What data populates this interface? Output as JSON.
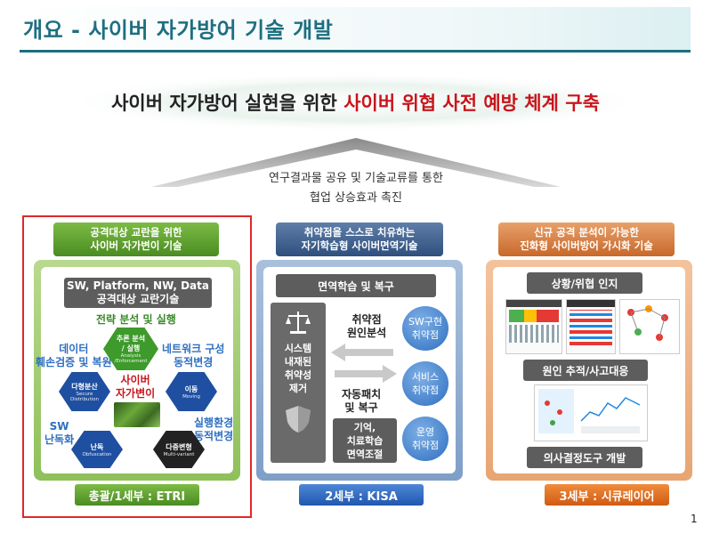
{
  "title": "개요 - 사이버 자가방어 기술 개발",
  "headline": {
    "prefix": "사이버 자가방어 실현을 위한 ",
    "highlight": "사이버 위협 사전 예방 체계 구축"
  },
  "roof": {
    "line1": "연구결과물 공유 및 기술교류를 통한",
    "line2": "협업 상승효과 촉진"
  },
  "left": {
    "header": {
      "line1": "공격대상 교란을 위한",
      "line2": "사이버 자가변이 기술"
    },
    "banner": {
      "line1": "SW, Platform, NW, Data",
      "line2": "공격대상 교란기술"
    },
    "labels": {
      "strategy": "전략 분석 및 실행",
      "data1": "데이터",
      "data2": "훼손검증 및 복원",
      "net1": "네트워크 구성",
      "net2": "동적변경",
      "sw1": "SW",
      "sw2": "난독화",
      "env1": "실행환경",
      "env2": "동적변경",
      "center1": "사이버",
      "center2": "자가변이"
    },
    "hexes": {
      "inference": {
        "t1": "추론 분석",
        "t2": "/ 실행",
        "s1": "Analysis",
        "s2": "/Enforcement"
      },
      "dist": {
        "t": "다형분산",
        "s1": "Secure",
        "s2": "Distribution"
      },
      "move": {
        "t": "이동",
        "s": "Moving"
      },
      "obf": {
        "t": "난독",
        "s": "Obfuscation"
      },
      "multi": {
        "t": "다중변형",
        "s": "Multi-variant"
      }
    },
    "footer": "총괄/1세부 : ETRI"
  },
  "middle": {
    "header": {
      "line1": "취약점을 스스로 치유하는",
      "line2": "자기학습형 사이버면역기술"
    },
    "top_box": "면역학습 및 복구",
    "system_box": {
      "l1": "시스템",
      "l2": "내재된",
      "l3": "취약성",
      "l4": "제거"
    },
    "cause": {
      "l1": "취약점",
      "l2": "원인분석"
    },
    "patch": {
      "l1": "자동패치",
      "l2": "및 복구"
    },
    "memory_box": {
      "l1": "기억,",
      "l2": "치료학습",
      "l3": "면역조절"
    },
    "bubbles": {
      "sw": {
        "l1": "SW구현",
        "l2": "취약점"
      },
      "service": {
        "l1": "서비스",
        "l2": "취약점"
      },
      "ops": {
        "l1": "운영",
        "l2": "취약점"
      }
    },
    "footer": "2세부 : KISA"
  },
  "right": {
    "header": {
      "line1": "신규 공격 분석이 가능한",
      "line2": "진화형 사이버방어 가시화 기술"
    },
    "box1": "상황/위협 인지",
    "box2": "원인 추적/사고대응",
    "box3": "의사결정도구 개발",
    "footer": "3세부 : 시큐레이어"
  },
  "page_number": "1",
  "colors": {
    "green": "#5aa02c",
    "blue": "#2e6fc0",
    "orange": "#e8742a",
    "teal": "#1e6f80",
    "red": "#c8151b"
  }
}
